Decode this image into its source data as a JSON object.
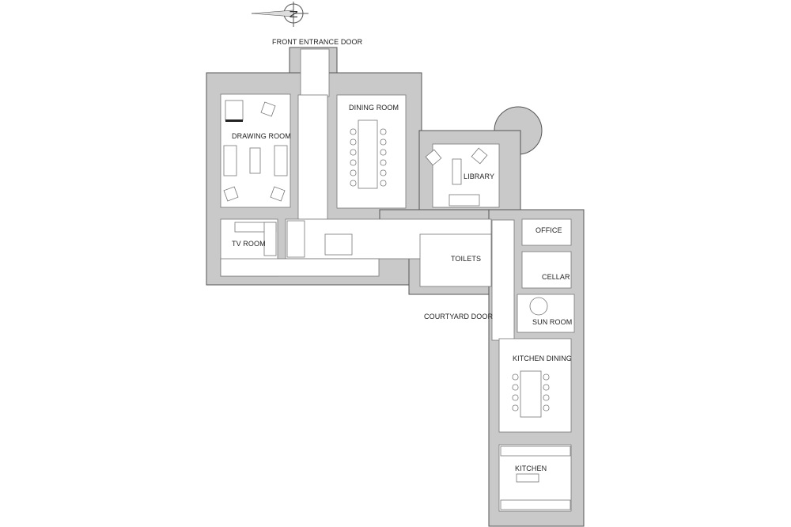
{
  "plan": {
    "compass_label": "N",
    "labels": {
      "front_entrance": "FRONT ENTRANCE DOOR",
      "dining_room": "DINING ROOM",
      "drawing_room": "DRAWING ROOM",
      "library": "LIBRARY",
      "tv_room": "TV ROOM",
      "toilets": "TOILETS",
      "office": "OFFICE",
      "cellar": "CELLAR",
      "courtyard_door": "COURTYARD DOOR",
      "sun_room": "SUN ROOM",
      "kitchen_dining": "KITCHEN DINING",
      "kitchen": "KITCHEN"
    }
  }
}
